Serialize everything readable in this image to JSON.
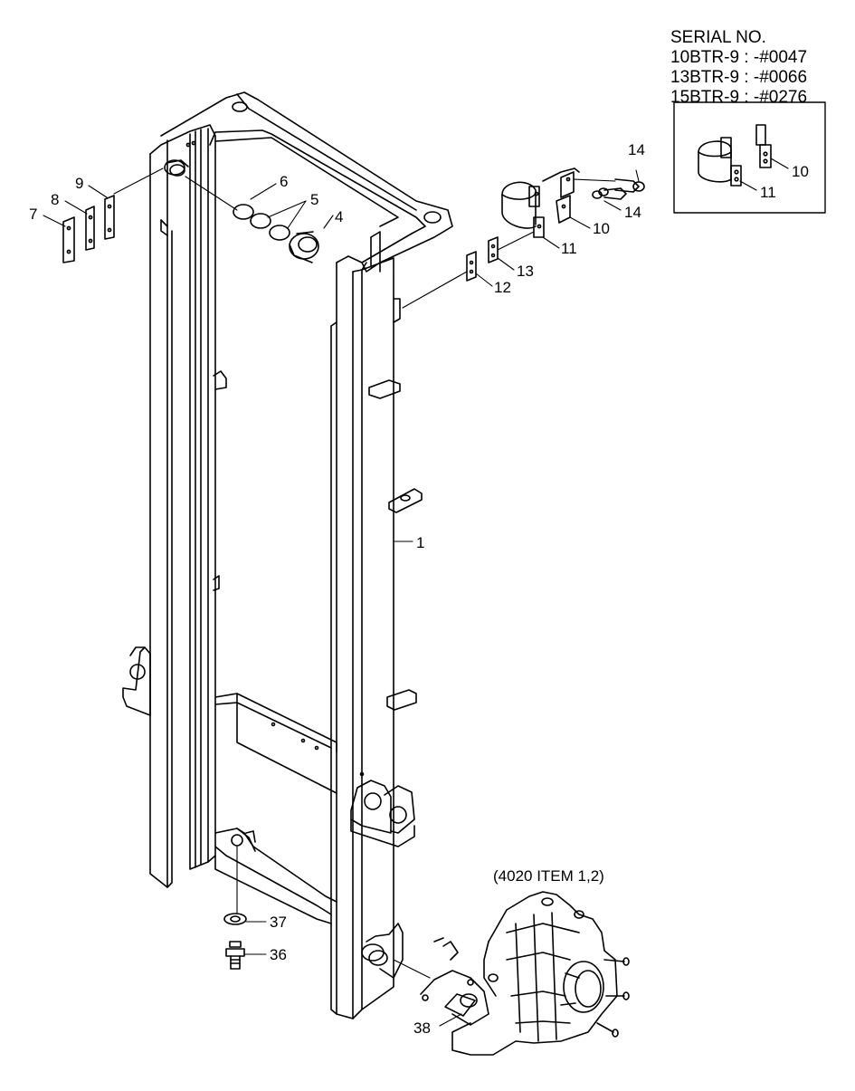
{
  "serial_block": {
    "heading": "SERIAL NO.",
    "lines": [
      "10BTR-9 : -#0047",
      "13BTR-9 : -#0066",
      "15BTR-9 : -#0276"
    ]
  },
  "reference_note": "(4020 ITEM 1,2)",
  "part_labels": {
    "p1": "1",
    "p4": "4",
    "p5": "5",
    "p6": "6",
    "p7": "7",
    "p8": "8",
    "p9": "9",
    "p10": "10",
    "p11": "11",
    "p12": "12",
    "p13": "13",
    "p14": "14",
    "p36": "36",
    "p37": "37",
    "p38": "38"
  },
  "inset_labels": {
    "p10": "10",
    "p11": "11"
  },
  "colors": {
    "line": "#000000",
    "background": "#ffffff"
  }
}
